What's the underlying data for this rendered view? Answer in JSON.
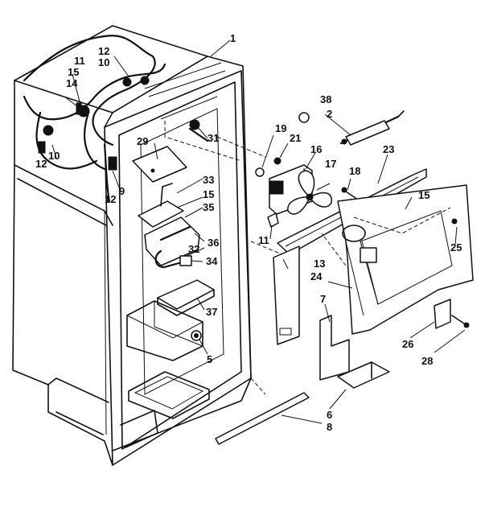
{
  "callouts": [
    {
      "id": "c1",
      "text": "1"
    },
    {
      "id": "c2",
      "text": "2"
    },
    {
      "id": "c5",
      "text": "5"
    },
    {
      "id": "c6",
      "text": "6"
    },
    {
      "id": "c7",
      "text": "7"
    },
    {
      "id": "c8",
      "text": "8"
    },
    {
      "id": "c9",
      "text": "9"
    },
    {
      "id": "c10a",
      "text": "10"
    },
    {
      "id": "c10b",
      "text": "10"
    },
    {
      "id": "c11a",
      "text": "11"
    },
    {
      "id": "c11b",
      "text": "11"
    },
    {
      "id": "c12a",
      "text": "12"
    },
    {
      "id": "c12b",
      "text": "12"
    },
    {
      "id": "c12c",
      "text": "12"
    },
    {
      "id": "c13",
      "text": "13"
    },
    {
      "id": "c14",
      "text": "14"
    },
    {
      "id": "c15a",
      "text": "15"
    },
    {
      "id": "c15b",
      "text": "15"
    },
    {
      "id": "c15c",
      "text": "15"
    },
    {
      "id": "c16",
      "text": "16"
    },
    {
      "id": "c17",
      "text": "17"
    },
    {
      "id": "c18",
      "text": "18"
    },
    {
      "id": "c19",
      "text": "19"
    },
    {
      "id": "c21",
      "text": "21"
    },
    {
      "id": "c23",
      "text": "23"
    },
    {
      "id": "c24",
      "text": "24"
    },
    {
      "id": "c25",
      "text": "25"
    },
    {
      "id": "c26",
      "text": "26"
    },
    {
      "id": "c28",
      "text": "28"
    },
    {
      "id": "c29",
      "text": "29"
    },
    {
      "id": "c31",
      "text": "31"
    },
    {
      "id": "c32",
      "text": "32"
    },
    {
      "id": "c33",
      "text": "33"
    },
    {
      "id": "c34",
      "text": "34"
    },
    {
      "id": "c35",
      "text": "35"
    },
    {
      "id": "c36",
      "text": "36"
    },
    {
      "id": "c37",
      "text": "37"
    },
    {
      "id": "c38",
      "text": "38"
    }
  ]
}
